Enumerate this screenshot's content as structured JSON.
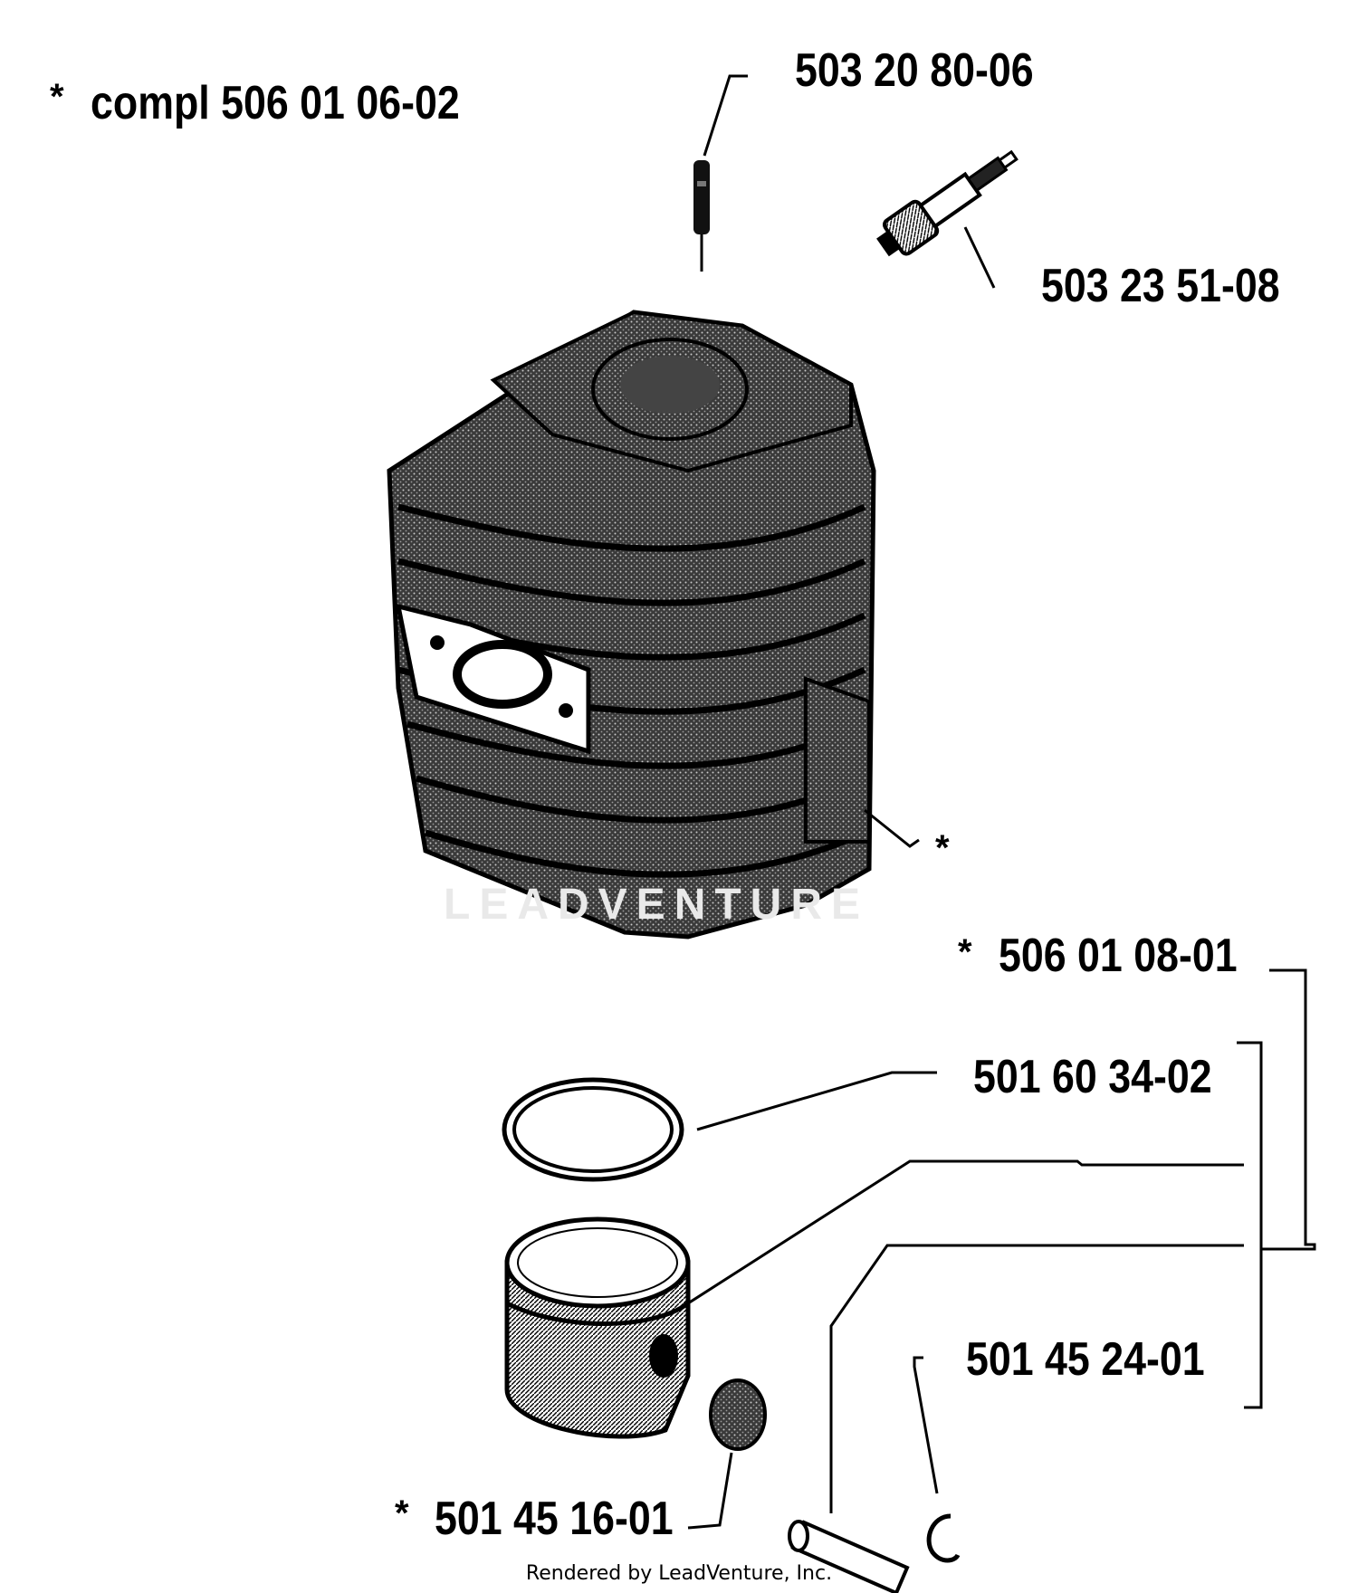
{
  "diagram": {
    "complete_label": "compl 506 01 06-02",
    "star_symbol": "*",
    "parts": [
      {
        "id": "pin",
        "number": "503 20 80-06"
      },
      {
        "id": "spark-plug",
        "number": "503 23 51-08"
      },
      {
        "id": "piston-kit",
        "number": "506 01 08-01"
      },
      {
        "id": "piston-ring",
        "number": "501 60 34-02"
      },
      {
        "id": "piston-pin-circlip",
        "number": "501 45 24-01"
      },
      {
        "id": "needle-bearing",
        "number": "501 45 16-01"
      }
    ],
    "watermark": "LEADVENTURE",
    "footer": "Rendered by LeadVenture, Inc."
  }
}
